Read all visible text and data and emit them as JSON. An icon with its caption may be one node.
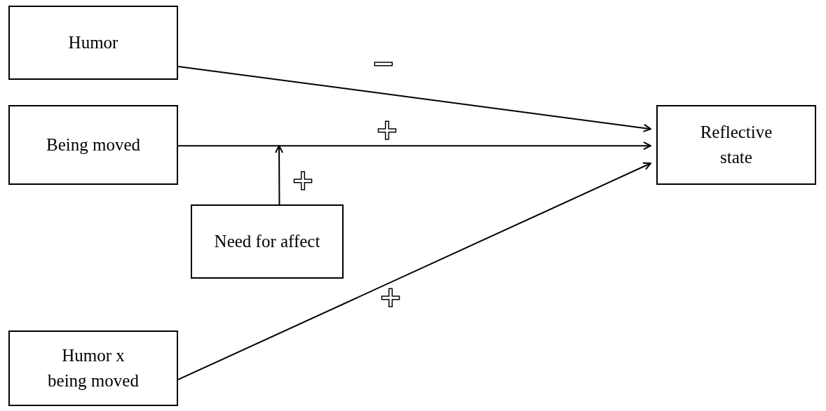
{
  "diagram": {
    "nodes": [
      {
        "text": [
          "Humor"
        ]
      },
      {
        "text": [
          "Being moved"
        ]
      },
      {
        "text": [
          "Reflective state"
        ]
      },
      {
        "text": [
          "Need for affect"
        ]
      },
      {
        "text": [
          "Humor x being moved"
        ]
      }
    ],
    "edges": [
      {
        "from": 0,
        "to": 2,
        "arrow": "to",
        "label": "−"
      },
      {
        "from": 1,
        "to": 2,
        "arrow": "to",
        "label": "+"
      },
      {
        "from": 3,
        "to": null,
        "arrow": "to",
        "label": "+"
      },
      {
        "from": 4,
        "to": 2,
        "arrow": "to",
        "label": "+"
      }
    ]
  }
}
